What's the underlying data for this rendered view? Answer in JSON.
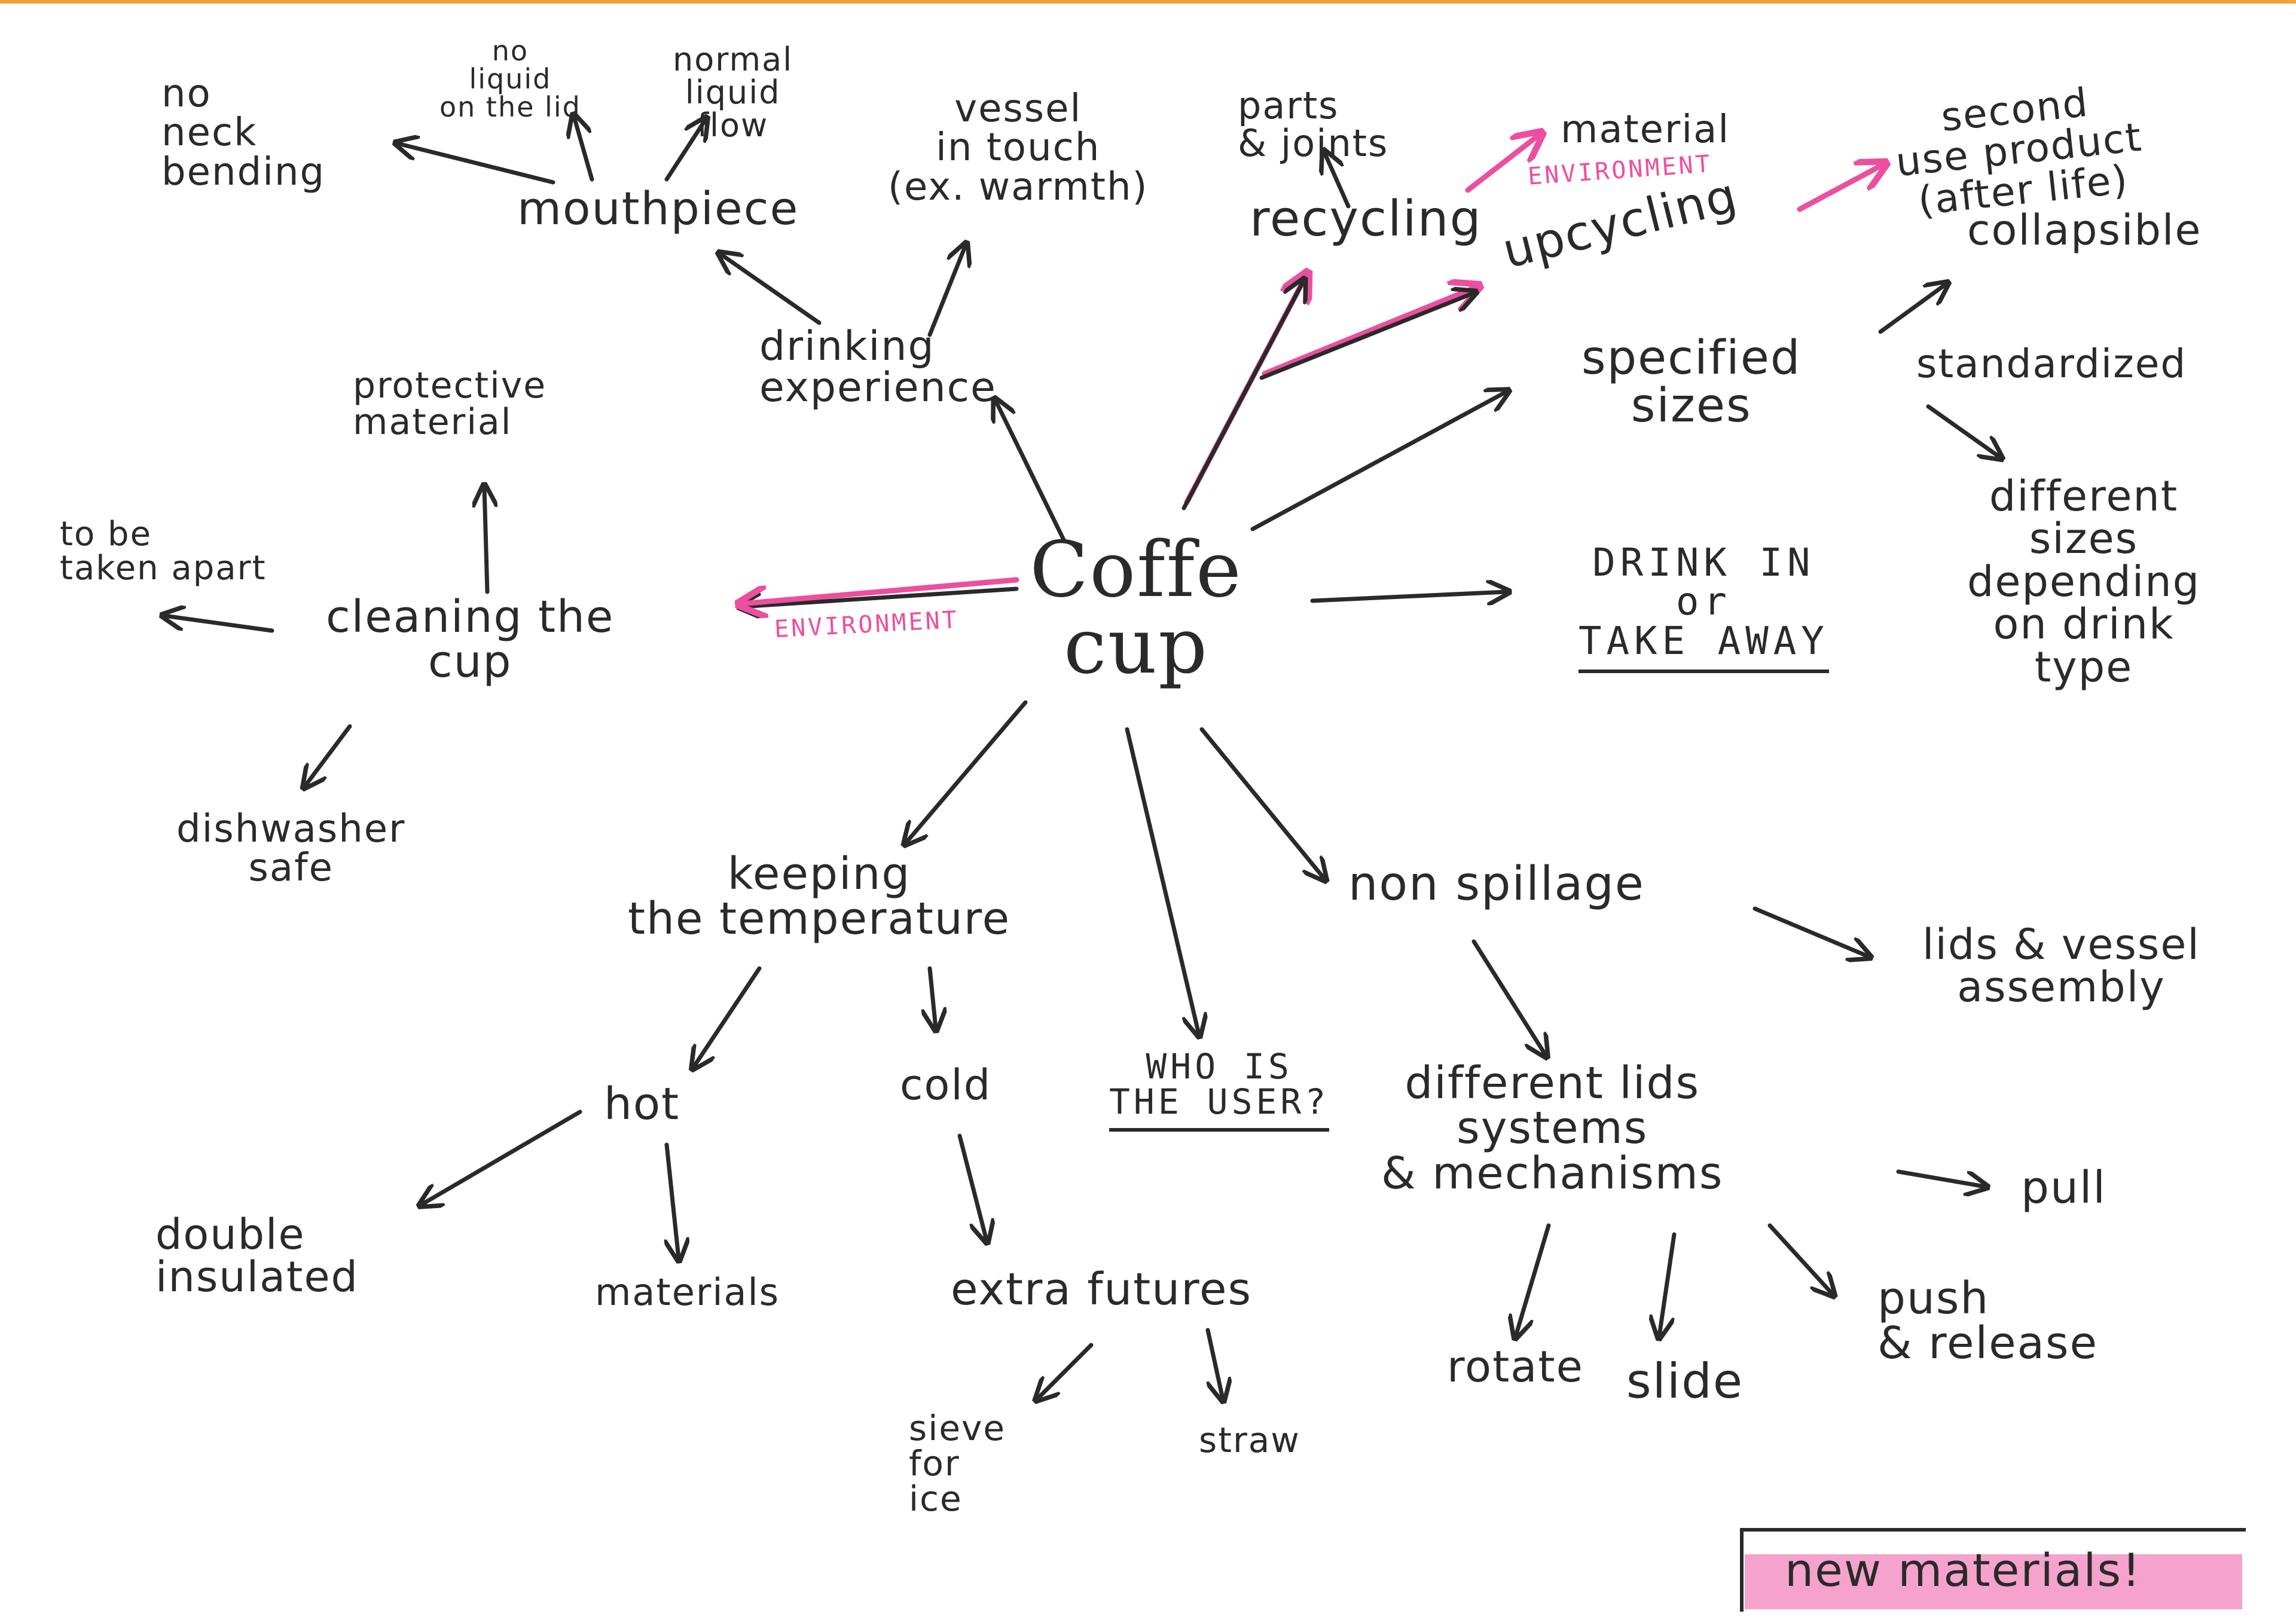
{
  "colors": {
    "ink": "#2a2a2a",
    "accent": "#ec4f9f",
    "highlight_fill": "#f5a3cc",
    "top_rule": "#f0a33a"
  },
  "center": "Coffe\ncup",
  "branches": {
    "drinking_experience": "drinking\nexperience",
    "mouthpiece": "mouthpiece",
    "no_neck_bending": "no\nneck\nbending",
    "no_liquid_on_lid": "no\nliquid\non the lid",
    "normal_liquid_flow": "normal\nliquid\nflow",
    "vessel_in_touch": "vessel\nin touch\n(ex. warmth)",
    "cleaning_the_cup": "cleaning the\ncup",
    "protective_material": "protective\nmaterial",
    "to_be_taken_apart": "to be\ntaken apart",
    "dishwasher_safe": "dishwasher\nsafe",
    "keeping_temperature": "keeping\nthe temperature",
    "hot": "hot",
    "cold": "cold",
    "double_insulated": "double\ninsulated",
    "materials": "materials",
    "extra_futures": "extra futures",
    "sieve_for_ice": "sieve\nfor\nice",
    "straw": "straw",
    "who_is_the_user": "WHO IS\nTHE USER?",
    "non_spillage": "non spillage",
    "lids_vessel_assembly": "lids & vessel\nassembly",
    "different_lids": "different lids\nsystems\n& mechanisms",
    "pull": "pull",
    "rotate": "rotate",
    "slide": "slide",
    "push_release": "push\n& release",
    "recycling": "recycling",
    "parts_joints": "parts\n& joints",
    "material": "material",
    "upcycling": "upcycling",
    "second_use_product": "second\nuse product\n(after life)",
    "collapsible": "collapsible",
    "specified_sizes": "specified\nsizes",
    "standardized": "standardized",
    "different_sizes": "different\nsizes\ndepending\non drink\ntype",
    "drink_in_or_takeaway": "DRINK IN\nor\nTAKE AWAY",
    "new_materials": "new materials!"
  },
  "annotations": {
    "environment_left": "ENVIRONMENT",
    "environment_right": "ENVIRONMENT"
  }
}
